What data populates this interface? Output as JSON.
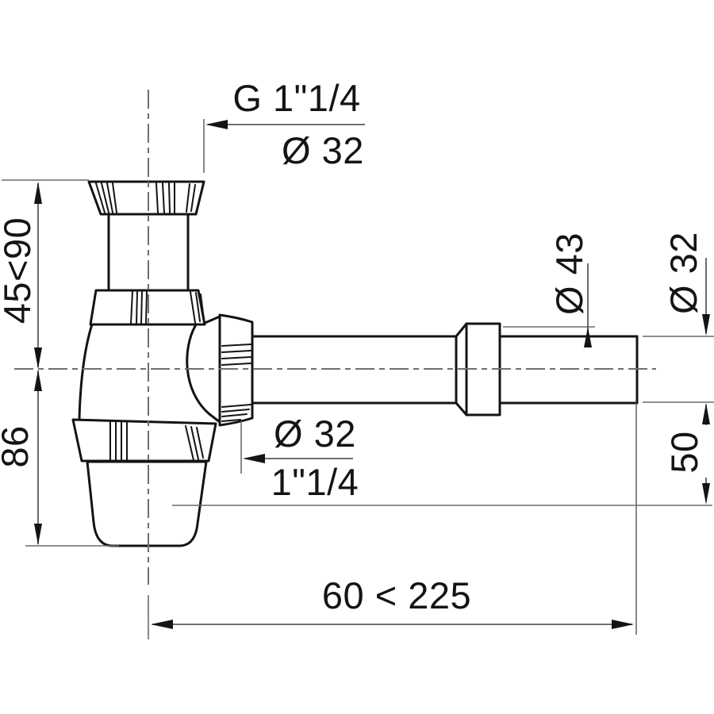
{
  "drawing": {
    "type": "technical-dimension-drawing",
    "subject": "bottle-trap-siphon",
    "colors": {
      "background": "#ffffff",
      "outline": "#141414",
      "dimension_line": "#5b5b5b",
      "centerline": "#6f6f6f",
      "text": "#141414"
    },
    "labels": {
      "inlet_thread": "G 1\"1/4",
      "inlet_diameter": "Ø 32",
      "inlet_height_range": "45<90",
      "body_height": "86",
      "fitting_diameter": "Ø 43",
      "pipe_end_diameter": "Ø 32",
      "outlet_drop": "50",
      "outlet_nut_diameter": "Ø 32",
      "outlet_nut_thread": "1\"1/4",
      "outlet_reach_range": "60 < 225"
    }
  }
}
